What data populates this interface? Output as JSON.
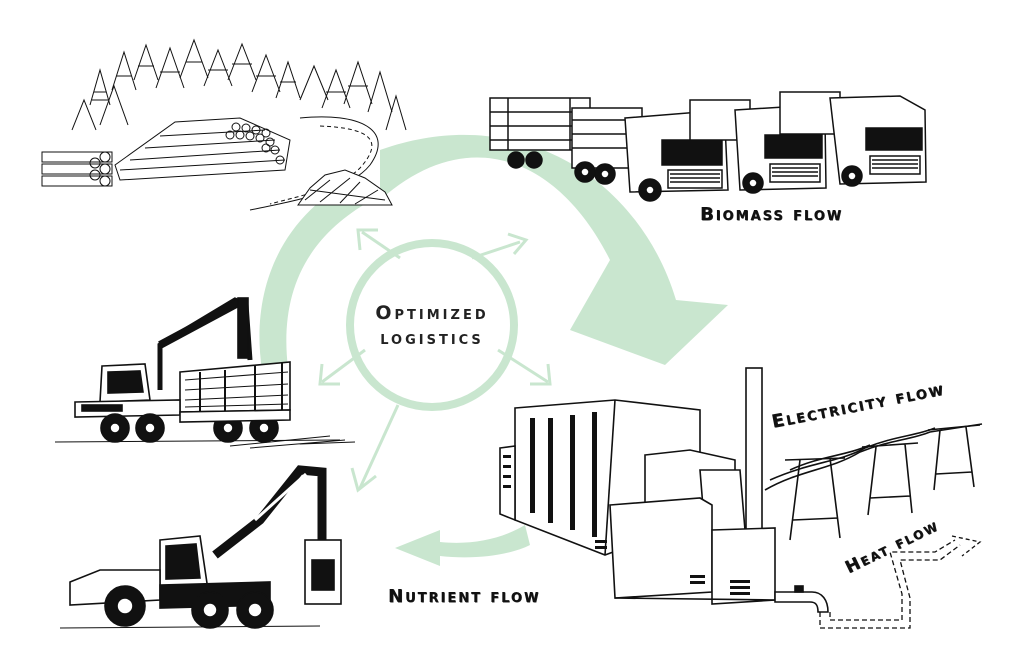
{
  "labels": {
    "center_line1": "Optimized",
    "center_line2": "logistics",
    "biomass_flow": "Biomass flow",
    "electricity_flow": "Electricity flow",
    "heat_flow": "Heat flow",
    "nutrient_flow": "Nutrient flow"
  },
  "colors": {
    "flow_arrow": "#c9e6cf",
    "line_art": "#111111"
  },
  "icons": [
    "forest-log-pile-icon",
    "timber-trucks-icon",
    "forwarder-icon",
    "harvester-icon",
    "power-plant-icon",
    "power-line-icon",
    "heat-pipe-icon"
  ]
}
